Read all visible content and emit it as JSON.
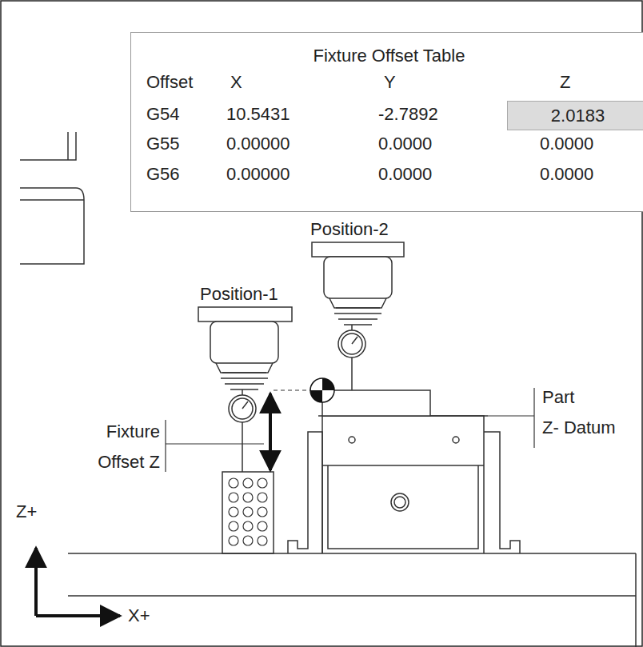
{
  "diagram": {
    "nodes": [
      {
        "text": [
          "Fixture Offset Table"
        ]
      },
      {
        "text": [
          "2.0183"
        ],
        "in": 0
      }
    ],
    "labels": [
      "Offset",
      "X",
      "Y",
      "Z",
      "G54",
      "10.5431",
      "-2.7892",
      "G55",
      "0.00000",
      "0.0000",
      "0.0000",
      "G56",
      "0.00000",
      "0.0000",
      "0.0000",
      "Position-2",
      "Position-1",
      "Fixture",
      "Offset Z",
      "Part",
      "Z- Datum",
      "Z+",
      "X+"
    ]
  }
}
